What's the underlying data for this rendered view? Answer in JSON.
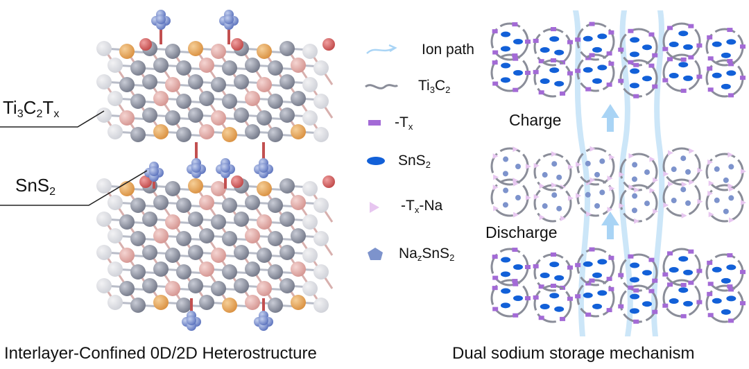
{
  "left_panel": {
    "label_top": {
      "main": "Ti",
      "s1": "3",
      "m2": "C",
      "s2": "2",
      "m3": "T",
      "s3": "x"
    },
    "label_bottom": {
      "main": "SnS",
      "s1": "2"
    },
    "caption": "Interlayer-Confined 0D/2D Heterostructure"
  },
  "legend": {
    "ion_path": "Ion path",
    "ti3c2": {
      "main": "Ti",
      "s1": "3",
      "m2": "C",
      "s2": "2"
    },
    "tx": {
      "main": "-T",
      "s1": "x"
    },
    "sns2": {
      "main": "SnS",
      "s1": "2"
    },
    "txna": {
      "main": "-T",
      "s1": "x",
      "m2": "-Na"
    },
    "nazsns2": {
      "main": "Na",
      "s1": "z",
      "m2": "SnS",
      "s2": "2"
    }
  },
  "right_panel": {
    "charge": "Charge",
    "discharge": "Discharge",
    "caption": "Dual sodium storage mechanism"
  },
  "colors": {
    "ion_path": "#a9d4f5",
    "ti3c2": "#8a8d99",
    "tx": "#a36ad6",
    "sns2": "#1260d8",
    "txna": "#e7c6f0",
    "nazsns2": "#7d93cc",
    "atom_grey": "#8a8fa0",
    "atom_pink": "#e0a3a0",
    "atom_orange": "#e3a358",
    "atom_red": "#cf5656",
    "atom_blue": "#6f86c9"
  },
  "icons": [
    "ion-path-arrow-icon",
    "ti3c2-wave-icon",
    "tx-bar-icon",
    "sns2-ellipse-icon",
    "txna-triangle-icon",
    "nazsns2-pentagon-icon"
  ]
}
